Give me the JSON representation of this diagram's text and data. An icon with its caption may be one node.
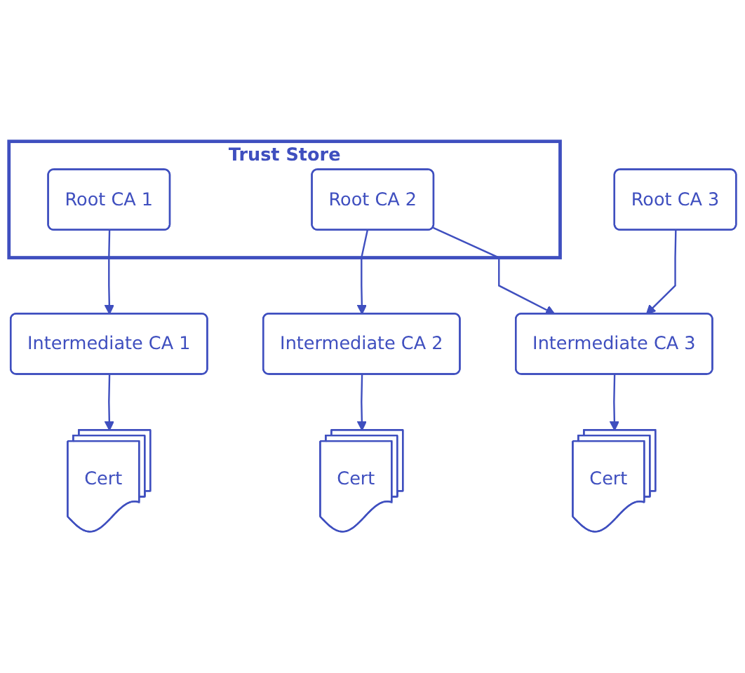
{
  "diagram": {
    "nodes": [
      {
        "text": [
          "Trust Store"
        ]
      },
      {
        "text": [
          "Root CA 1"
        ],
        "in": 0
      },
      {
        "text": [
          "Root CA 2"
        ],
        "in": 0
      },
      {
        "text": [
          "Root CA 3"
        ]
      },
      {
        "text": [
          "Intermediate CA 1"
        ]
      },
      {
        "text": [
          "Intermediate CA 2"
        ]
      },
      {
        "text": [
          "Intermediate CA 3"
        ]
      },
      {
        "text": [
          "Cert"
        ]
      },
      {
        "text": [
          "Cert"
        ]
      },
      {
        "text": [
          "Cert"
        ]
      }
    ],
    "edges": [
      {
        "from": 1,
        "to": 4,
        "arrow": "to"
      },
      {
        "from": 2,
        "to": 5,
        "arrow": "to"
      },
      {
        "from": 2,
        "to": 6,
        "arrow": "to"
      },
      {
        "from": 3,
        "to": 6,
        "arrow": "to"
      },
      {
        "from": 4,
        "to": 7,
        "arrow": "to"
      },
      {
        "from": 5,
        "to": 8,
        "arrow": "to"
      },
      {
        "from": 6,
        "to": 9,
        "arrow": "to"
      }
    ]
  }
}
